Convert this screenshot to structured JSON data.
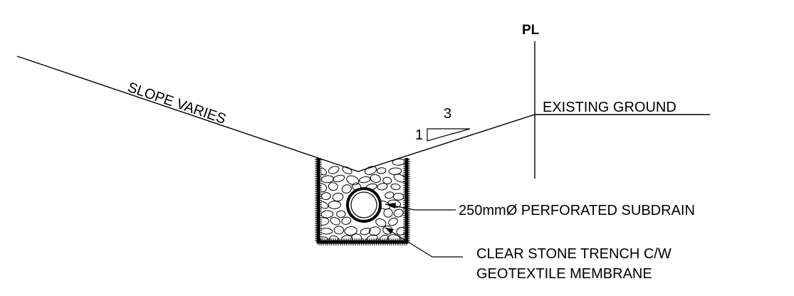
{
  "drawing": {
    "property_line_symbol": "PL",
    "slope_label": "SLOPE VARIES",
    "ratio_rise": "1",
    "ratio_run": "3",
    "existing_ground_label": "EXISTING GROUND",
    "subdrain_label": "250mmØ PERFORATED SUBDRAIN",
    "trench_label_line1": "CLEAR STONE TRENCH C/W",
    "trench_label_line2": "GEOTEXTILE MEMBRANE",
    "line_color": "#000000",
    "background": "#ffffff"
  }
}
